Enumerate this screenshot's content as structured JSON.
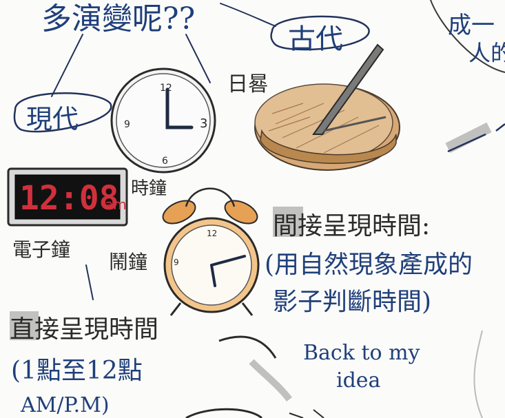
{
  "top_title": "多演變呢??",
  "ancient_label": "古代",
  "sundial_label": "日晷",
  "modern_label": "現代",
  "wall_clock_label": "時鐘",
  "digital_clock": {
    "time": "12:08",
    "suffix": "am",
    "label": "電子鐘"
  },
  "alarm_clock_label": "鬧鐘",
  "clock_numbers": {
    "n12": "12",
    "n3": "3",
    "n6": "6",
    "n9": "9"
  },
  "indirect": {
    "title": "間接呈現時間:",
    "line1": "(用自然現象產成的",
    "line2": "影子判斷時間)"
  },
  "direct": {
    "title": "直接呈現時間",
    "line1": "(1點至12點",
    "line2": "AM/P.M)"
  },
  "back_note": {
    "line1": "Back to my",
    "line2": "idea"
  },
  "top_right_fragment": {
    "line1": "成一",
    "line2": "人的"
  },
  "colors": {
    "blue_ink": "#1f3f7a",
    "dark_ink": "#23325c",
    "digital_red": "#d0303c",
    "wood": "#c9935a",
    "orange": "#e09a4a"
  }
}
